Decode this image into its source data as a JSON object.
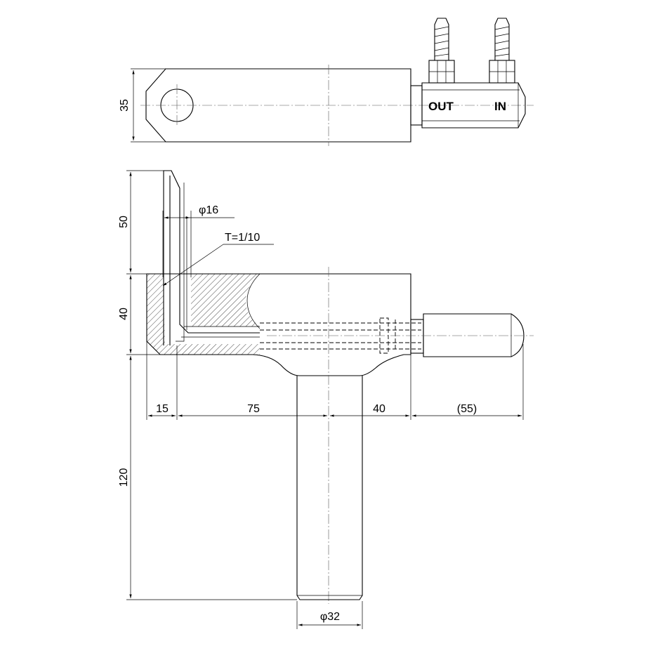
{
  "top_view": {
    "width_dim": "35",
    "port_out": "OUT",
    "port_in": "IN"
  },
  "front_view": {
    "dim_neck_height": "50",
    "dim_body_height": "40",
    "dim_pin_length": "120",
    "dim_bore": "φ16",
    "taper_note": "T=1/10",
    "dim_wall": "15",
    "dim_mid": "75",
    "dim_right": "40",
    "dim_fitting": "(55)",
    "dim_pin_dia": "φ32"
  }
}
